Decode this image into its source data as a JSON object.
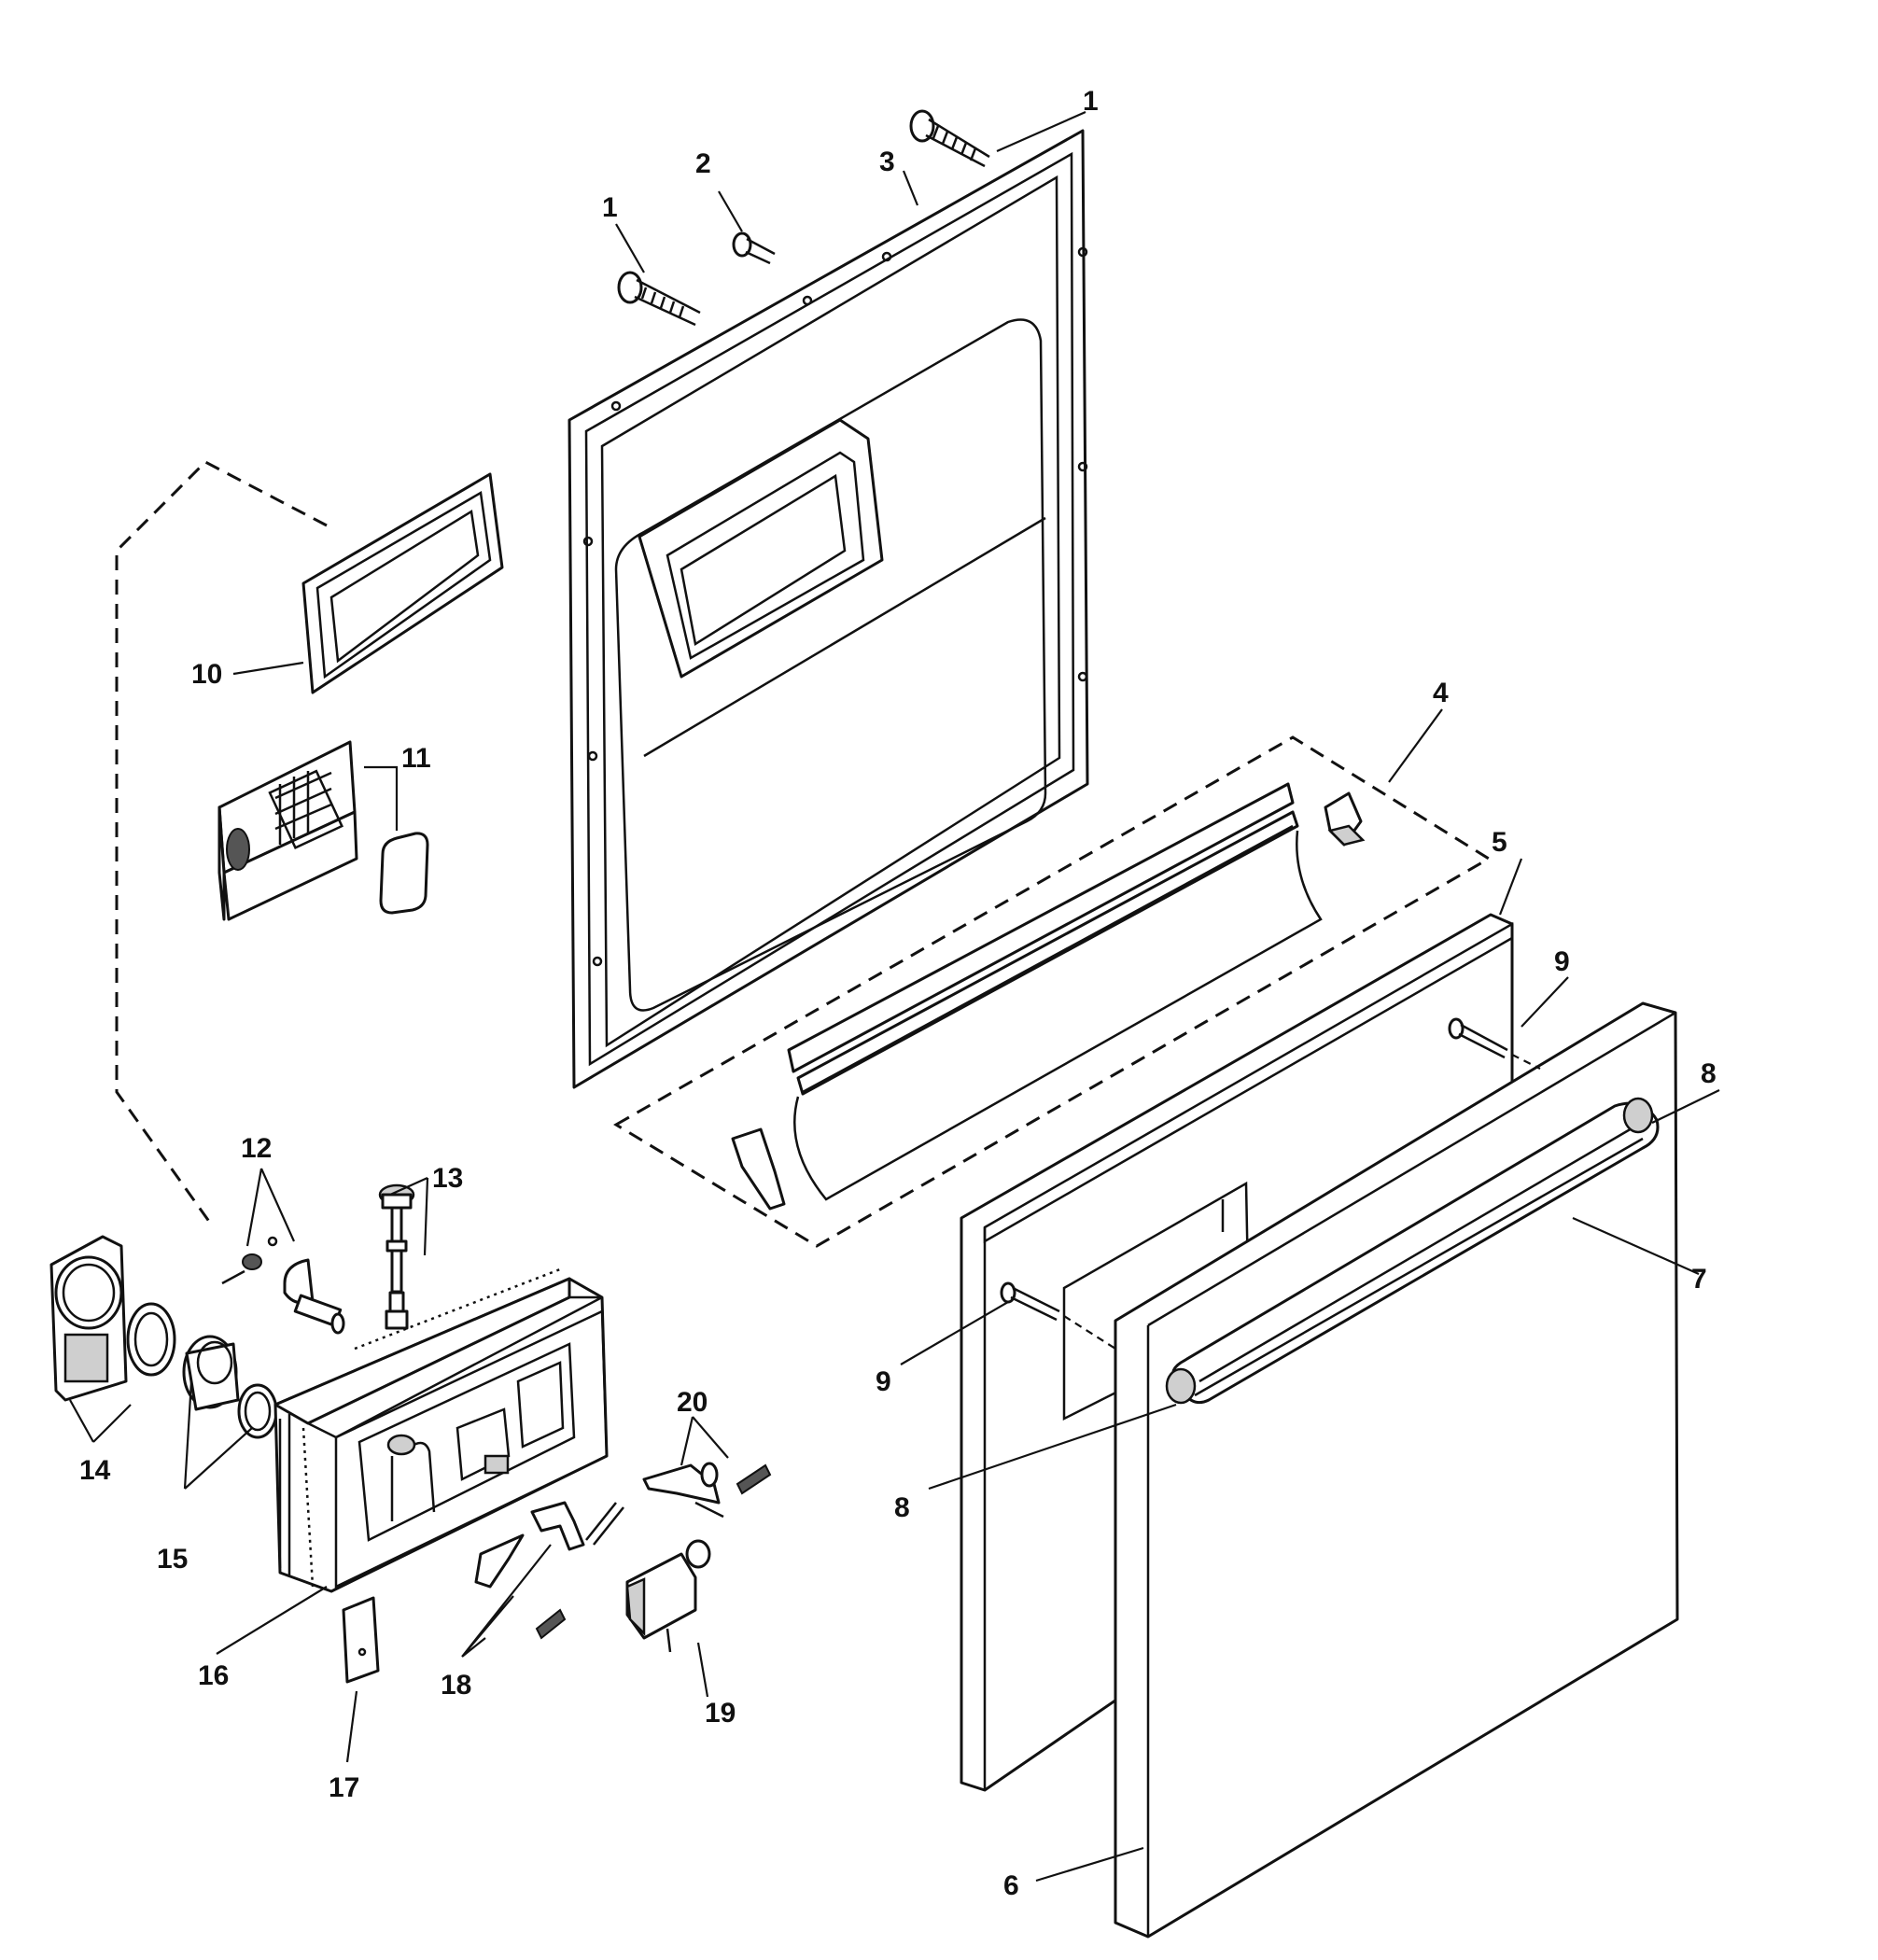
{
  "diagram": {
    "callouts": [
      {
        "id": "c1a",
        "text": "1"
      },
      {
        "id": "c1b",
        "text": "1"
      },
      {
        "id": "c2",
        "text": "2"
      },
      {
        "id": "c3",
        "text": "3"
      },
      {
        "id": "c4",
        "text": "4"
      },
      {
        "id": "c5",
        "text": "5"
      },
      {
        "id": "c6",
        "text": "6"
      },
      {
        "id": "c7",
        "text": "7"
      },
      {
        "id": "c8a",
        "text": "8"
      },
      {
        "id": "c8b",
        "text": "8"
      },
      {
        "id": "c9a",
        "text": "9"
      },
      {
        "id": "c9b",
        "text": "9"
      },
      {
        "id": "c10",
        "text": "10"
      },
      {
        "id": "c11",
        "text": "11"
      },
      {
        "id": "c12",
        "text": "12"
      },
      {
        "id": "c13",
        "text": "13"
      },
      {
        "id": "c14",
        "text": "14"
      },
      {
        "id": "c15",
        "text": "15"
      },
      {
        "id": "c16",
        "text": "16"
      },
      {
        "id": "c17",
        "text": "17"
      },
      {
        "id": "c18",
        "text": "18"
      },
      {
        "id": "c19",
        "text": "19"
      },
      {
        "id": "c20",
        "text": "20"
      }
    ]
  }
}
